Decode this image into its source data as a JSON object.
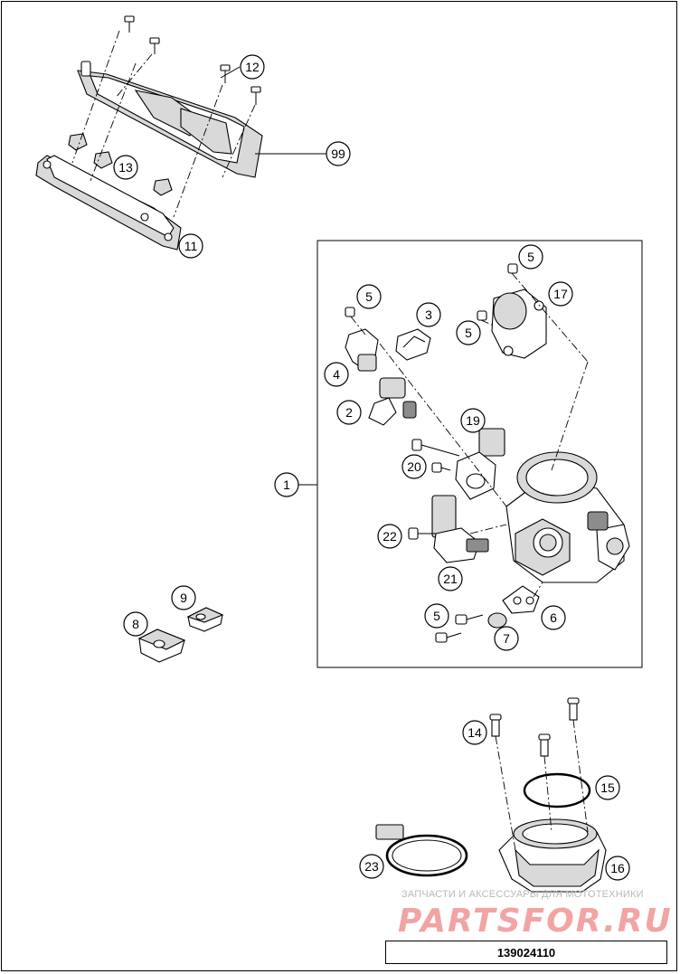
{
  "diagram": {
    "callouts": {
      "c12": "12",
      "c99": "99",
      "c13": "13",
      "c11": "11",
      "c5a": "5",
      "c17": "17",
      "c5b": "5",
      "c5c": "5",
      "c3": "3",
      "c4": "4",
      "c2": "2",
      "c19": "19",
      "c20": "20",
      "c1": "1",
      "c22": "22",
      "c21": "21",
      "c9": "9",
      "c8": "8",
      "c5d": "5",
      "c6": "6",
      "c7": "7",
      "c14": "14",
      "c15": "15",
      "c23": "23",
      "c16": "16"
    },
    "diagram_code": "139024110"
  },
  "watermark": {
    "tagline": "ЗАПЧАСТИ И АКСЕССУАРЫ ДЛЯ МОТОТЕХНИКИ",
    "logo": "PARTSFOR.RU"
  },
  "colors": {
    "line": "#000000",
    "fill_gray": "#d9d9d9",
    "watermark": "#f2a4a4"
  }
}
